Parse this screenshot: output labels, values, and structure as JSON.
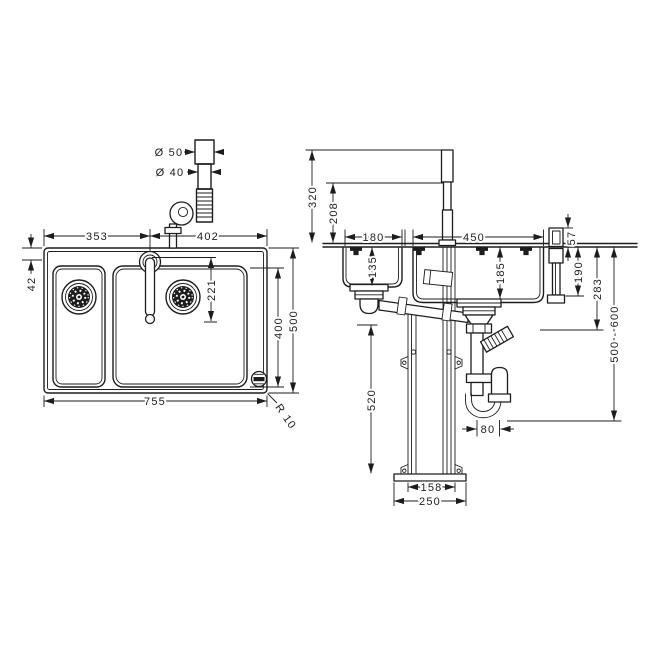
{
  "drawing": {
    "type": "technical-dimension-drawing",
    "colors": {
      "line": "#1d1d1d",
      "background": "#ffffff"
    },
    "dimensions": {
      "plan": {
        "overall_width": "755",
        "overall_depth": "500",
        "bowl_depth": "400",
        "width_left": "353",
        "width_right": "402",
        "tap_hole_offset": "42",
        "handle_reach": "221",
        "corner_radius": "R 10",
        "pipe_dia_top": "Ø 50",
        "pipe_dia_bottom": "Ø 40"
      },
      "section": {
        "tap_total_height": "320",
        "tap_spout_height": "208",
        "small_bowl_width": "180",
        "large_bowl_width": "450",
        "select_button_height": "57",
        "small_bowl_depth": "135",
        "large_bowl_depth": "185",
        "valve_unit_depth": "190",
        "waste_depth": "283",
        "waste_outlet_range": "500 - 600",
        "frame_height": "520",
        "trap_offset": "80",
        "frame_width": "158",
        "base_plate_width": "250"
      }
    }
  }
}
